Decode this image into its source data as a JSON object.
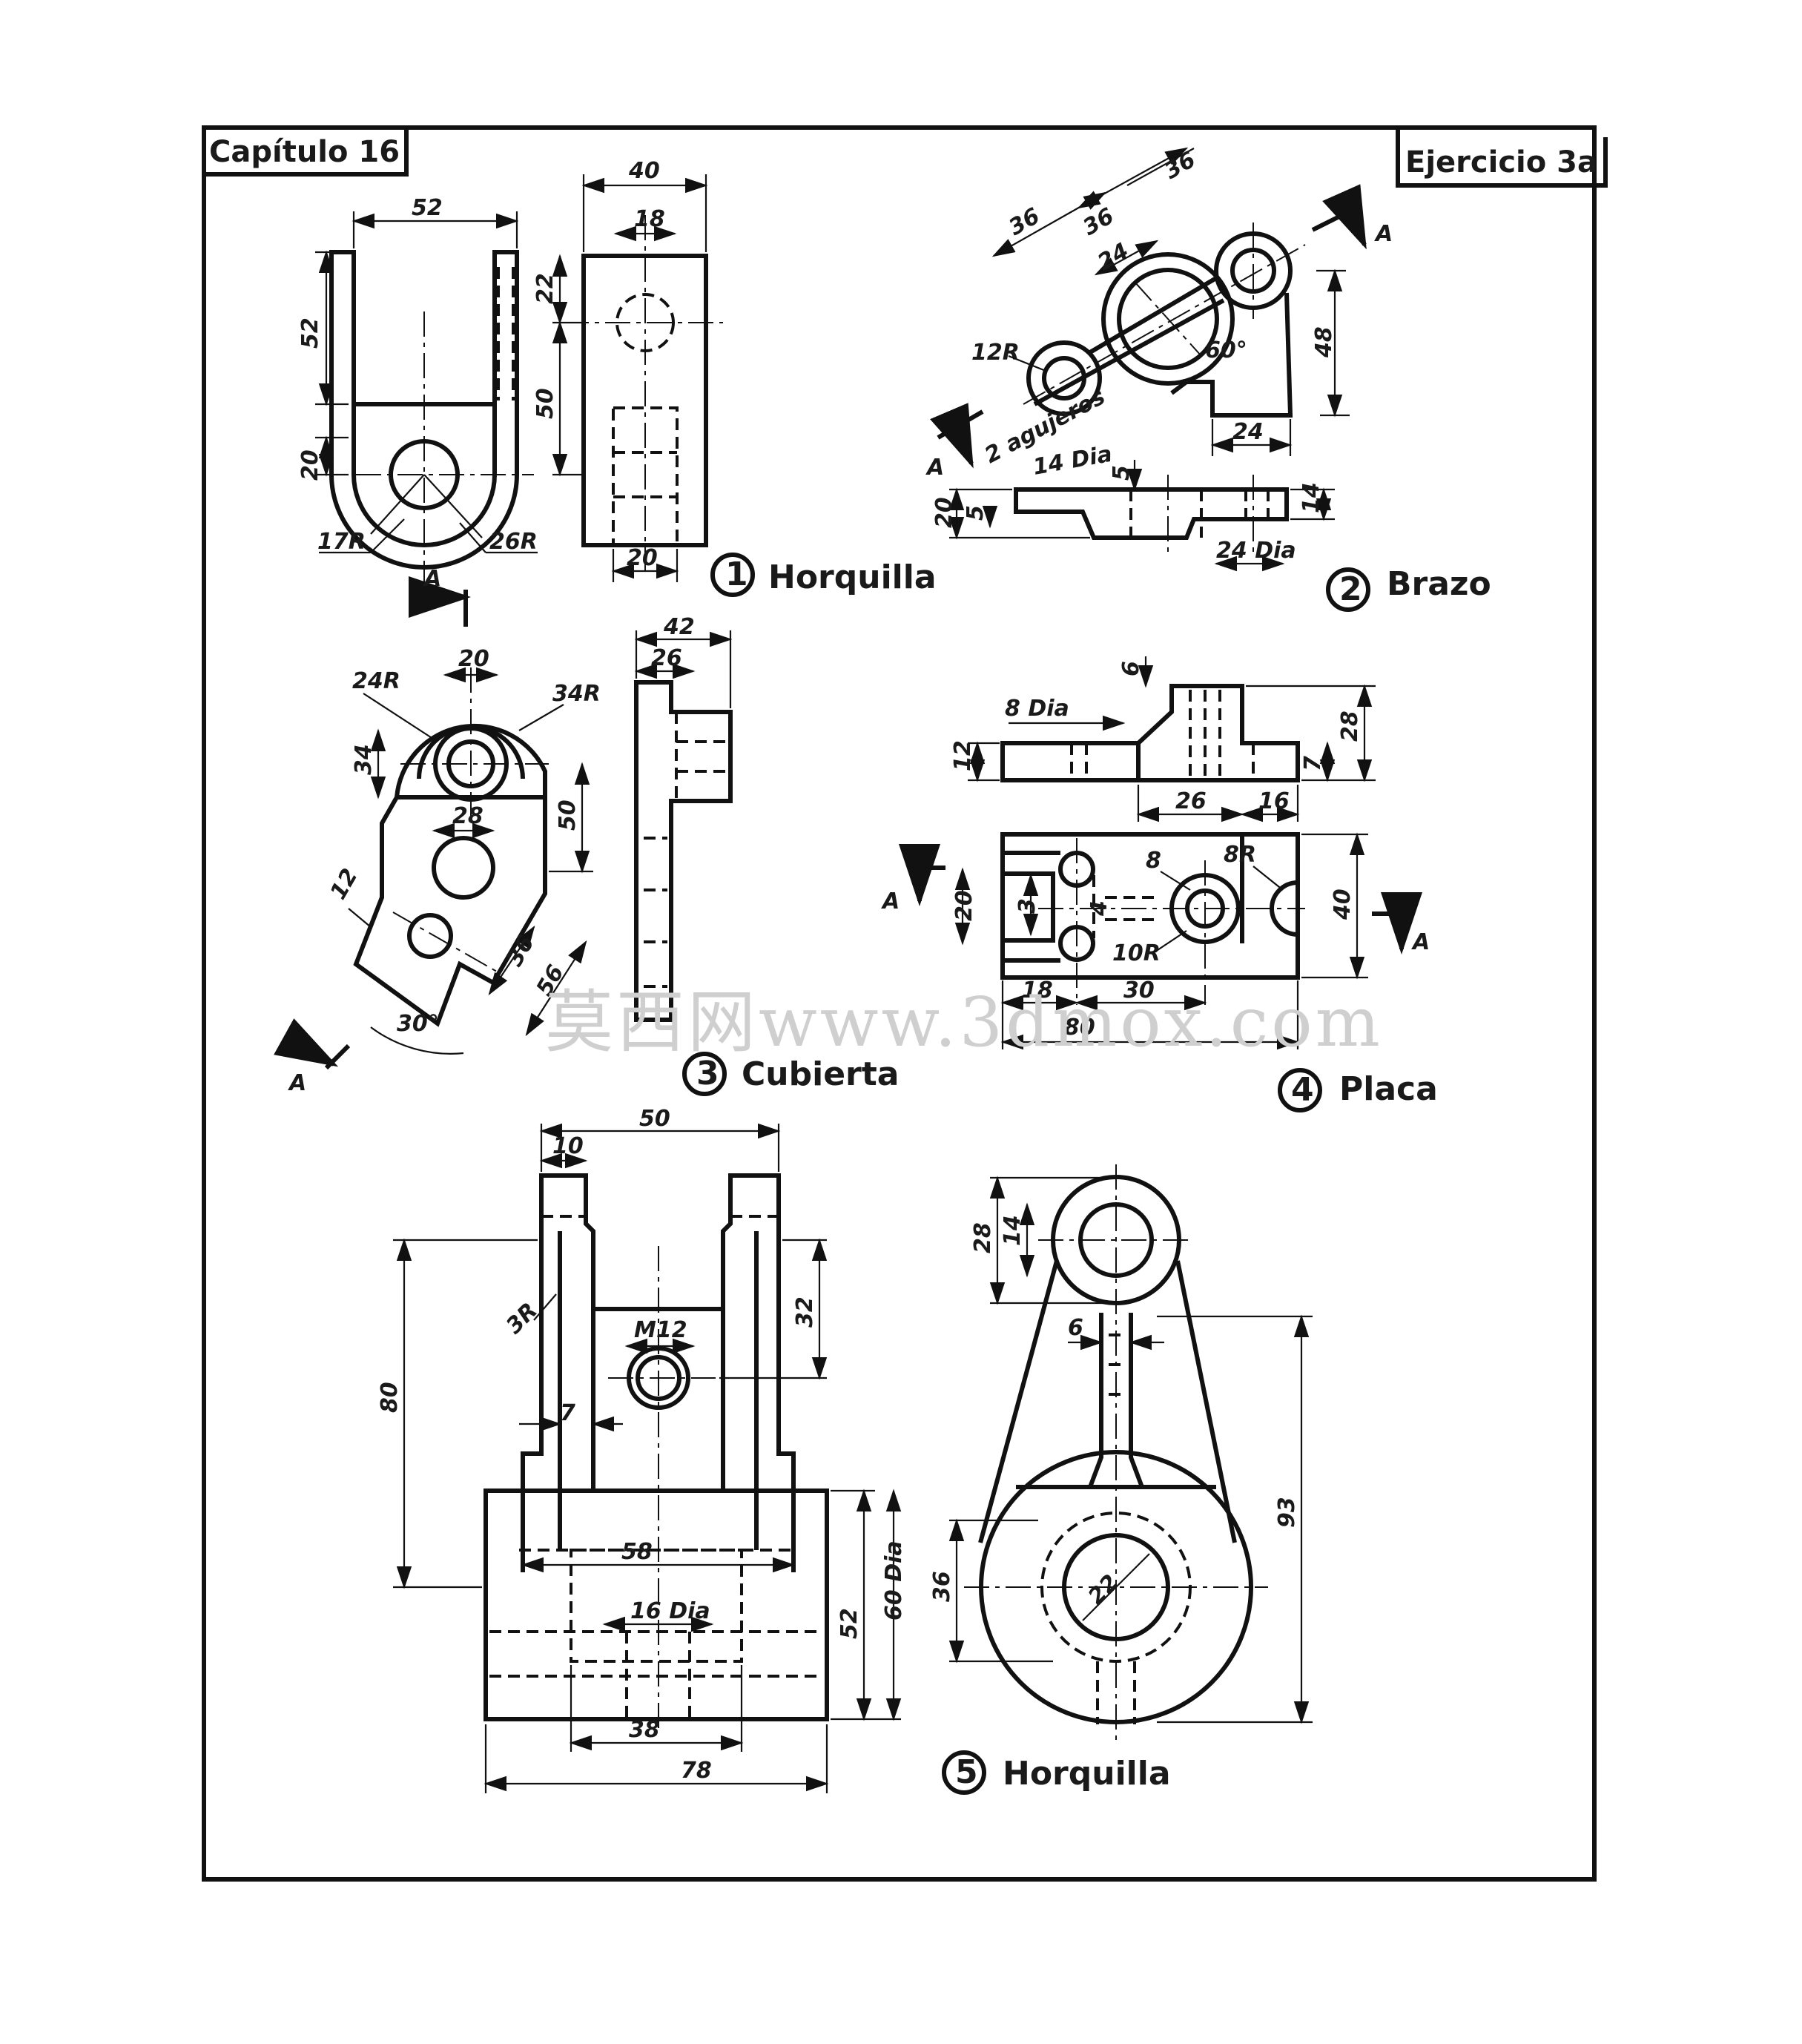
{
  "sheet": {
    "chapter": "Capítulo 16",
    "exercise": "Ejercicio 3a",
    "watermark": "莫西网www.3dmox.com"
  },
  "parts": [
    {
      "number": "1",
      "name": "Horquilla"
    },
    {
      "number": "2",
      "name": "Brazo"
    },
    {
      "number": "3",
      "name": "Cubierta"
    },
    {
      "number": "4",
      "name": "Placa"
    },
    {
      "number": "5",
      "name": "Horquilla"
    }
  ],
  "dims": {
    "p1": {
      "w52": "52",
      "h52": "52",
      "h20": "20",
      "r17": "17R",
      "r26": "26R",
      "w40": "40",
      "w18": "18",
      "h22": "22",
      "h50": "50",
      "w20": "20",
      "sect": "A"
    },
    "p2": {
      "d36a": "36",
      "d36b": "36",
      "d36c": "36",
      "d24": "24",
      "r12": "12R",
      "ang": "60°",
      "holes": "2 agujeros",
      "dia14": "14 Dia",
      "h48": "48",
      "w24": "24",
      "h20": "20",
      "h5a": "5",
      "h5b": "5",
      "h14": "14",
      "dia24": "24 Dia",
      "sectA1": "A",
      "sectA2": "A"
    },
    "p3": {
      "w20": "20",
      "r24": "24R",
      "r34": "34R",
      "h34": "34",
      "w28": "28",
      "h50": "50",
      "w12": "12",
      "d36": "36",
      "d56": "56",
      "ang": "30°",
      "w42": "42",
      "w26": "26",
      "sect": "A"
    },
    "p4": {
      "t6": "6",
      "dia8": "8 Dia",
      "h12": "12",
      "h28": "28",
      "h7": "7",
      "w26": "26",
      "w16": "16",
      "n8": "8",
      "r8": "8R",
      "h20": "20",
      "h3": "3",
      "h4": "4",
      "r10": "10R",
      "h40": "40",
      "w18": "18",
      "w30": "30",
      "w80": "80",
      "sectL": "A",
      "sectR": "A"
    },
    "p5": {
      "w50": "50",
      "w10": "10",
      "r3": "3R",
      "m12": "M12",
      "h32": "32",
      "h80": "80",
      "t7": "7",
      "w58": "58",
      "dia16": "16 Dia",
      "dia60": "60 Dia",
      "h52": "52",
      "w38": "38",
      "w78": "78",
      "h28": "28",
      "h14": "14",
      "t6": "6",
      "h93": "93",
      "h36": "36",
      "dia22": "22"
    }
  }
}
